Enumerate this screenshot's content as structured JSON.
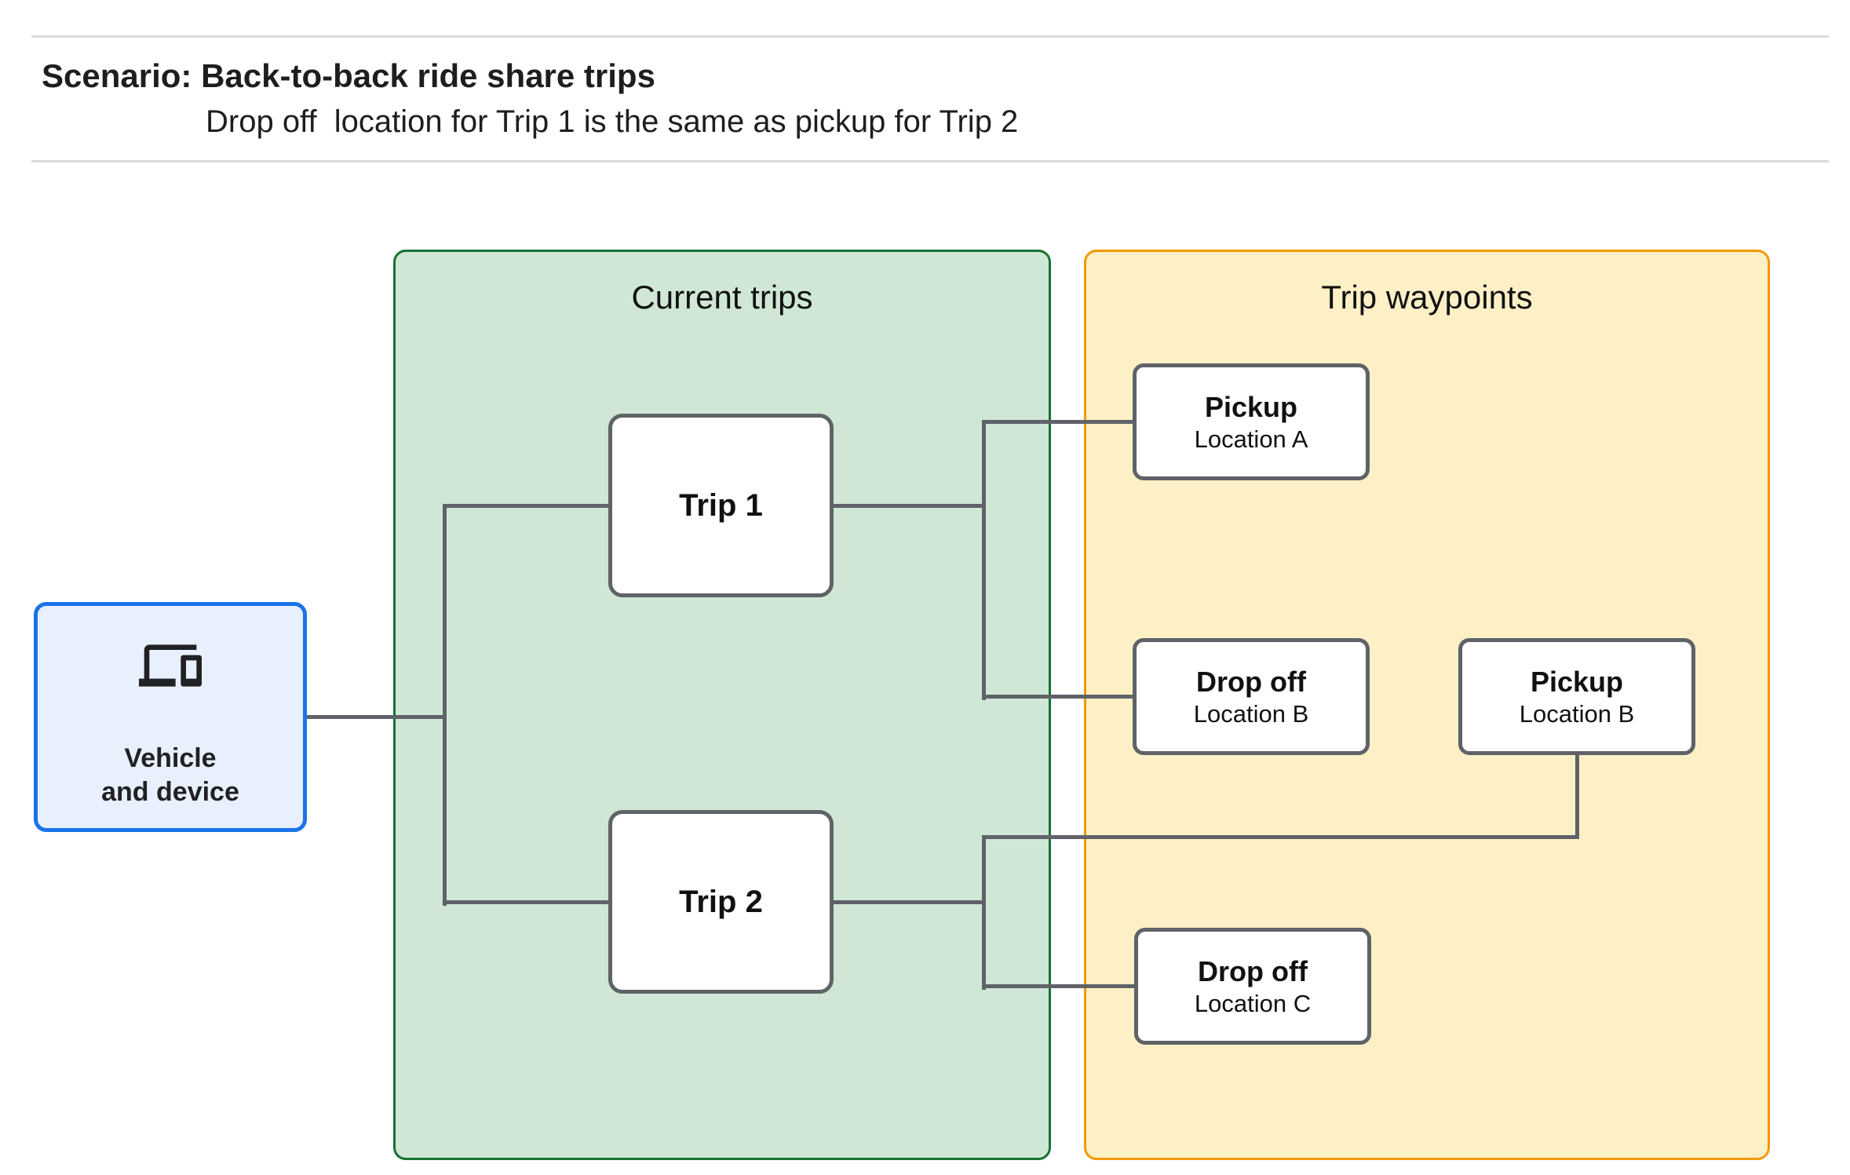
{
  "header": {
    "title": "Scenario: Back-to-back ride share trips",
    "subtitle": "Drop off  location for Trip 1 is the same as pickup for Trip 2"
  },
  "panels": {
    "current_trips": {
      "title": "Current trips"
    },
    "trip_waypoints": {
      "title": "Trip waypoints"
    }
  },
  "vehicle": {
    "icon": "devices-icon",
    "line1": "Vehicle",
    "line2": "and device"
  },
  "trips": [
    {
      "label": "Trip 1"
    },
    {
      "label": "Trip 2"
    }
  ],
  "waypoints": [
    {
      "title": "Pickup",
      "subtitle": "Location A"
    },
    {
      "title": "Drop off",
      "subtitle": "Location B"
    },
    {
      "title": "Pickup",
      "subtitle": "Location B"
    },
    {
      "title": "Drop off",
      "subtitle": "Location C"
    }
  ],
  "colors": {
    "connector_gray": "#5f6368",
    "box_border_gray": "#5f6368",
    "green_panel_fill": "#cfe7d4",
    "green_panel_border": "#137333",
    "yellow_panel_fill": "#fdf0c6",
    "yellow_panel_border": "#f29900",
    "blue_box_fill": "#e8f0fe",
    "blue_box_border": "#1a73e8",
    "divider_gray": "#d9d9d9",
    "text": "#111111"
  }
}
